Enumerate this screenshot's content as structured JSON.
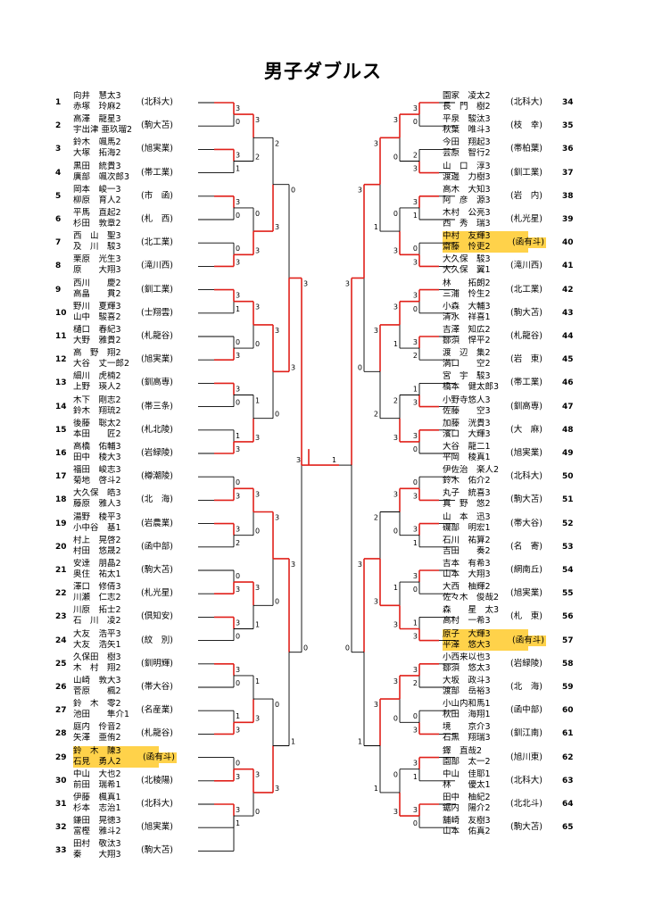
{
  "title": "男子ダブルス",
  "colors": {
    "winner": "#e0201a",
    "line": "#000000",
    "highlight": "#ffd24a"
  },
  "left": [
    {
      "num": "1",
      "p1": "向井　慧太3",
      "p2": "赤塚　玲麻2",
      "school": "(北科大)"
    },
    {
      "num": "2",
      "p1": "高澤　龍星3",
      "p2": "宇出津 亜玖瑠2",
      "school": "(駒大苫)"
    },
    {
      "num": "3",
      "p1": "鈴木　颯馬2",
      "p2": "大塚　拓海2",
      "school": "(旭実業)"
    },
    {
      "num": "4",
      "p1": "黒田　統貴3",
      "p2": "廣部　颯次郎3",
      "school": "(帯工業)"
    },
    {
      "num": "5",
      "p1": "岡本　峻一3",
      "p2": "柳原　育人2",
      "school": "(市　函)"
    },
    {
      "num": "6",
      "p1": "平馬　直起2",
      "p2": "杉田　敦章2",
      "school": "(札　西)"
    },
    {
      "num": "7",
      "p1": "西　山　聖3",
      "p2": "及　川　駿3",
      "school": "(北工業)"
    },
    {
      "num": "8",
      "p1": "栗原　光生3",
      "p2": "原　　大翔3",
      "school": "(滝川西)"
    },
    {
      "num": "9",
      "p1": "西川　　慶2",
      "p2": "高畠　　貫2",
      "school": "(釧工業)"
    },
    {
      "num": "10",
      "p1": "野川　夏輝3",
      "p2": "山中　駿喜2",
      "school": "(士翔雲)"
    },
    {
      "num": "11",
      "p1": "樋口　春紀3",
      "p2": "大野　雅貴2",
      "school": "(札龍谷)"
    },
    {
      "num": "12",
      "p1": "高　野　翔2",
      "p2": "大谷　丈一郎2",
      "school": "(旭実業)"
    },
    {
      "num": "13",
      "p1": "細川　虎楠2",
      "p2": "上野　瑛人2",
      "school": "(釧高専)"
    },
    {
      "num": "14",
      "p1": "木下　剛志2",
      "p2": "鈴木　翔琉2",
      "school": "(帯三条)"
    },
    {
      "num": "15",
      "p1": "後藤　聡太2",
      "p2": "本田　　匠2",
      "school": "(札北陵)"
    },
    {
      "num": "16",
      "p1": "高橋　佑輔3",
      "p2": "田中　稜大3",
      "school": "(岩緑陵)"
    },
    {
      "num": "17",
      "p1": "福田　峻志3",
      "p2": "菊地　啓斗2",
      "school": "(樽潮陵)"
    },
    {
      "num": "18",
      "p1": "大久保　皓3",
      "p2": "藤原　雅人3",
      "school": "(北　海)"
    },
    {
      "num": "19",
      "p1": "湯野　稜平3",
      "p2": "小中谷　基1",
      "school": "(岩農業)"
    },
    {
      "num": "20",
      "p1": "村上　晃啓2",
      "p2": "村田　悠晟2",
      "school": "(函中部)"
    },
    {
      "num": "21",
      "p1": "安達　朋晶2",
      "p2": "奥住　祐太1",
      "school": "(駒大苫)"
    },
    {
      "num": "22",
      "p1": "澤口　修倩3",
      "p2": "川瀬　仁志2",
      "school": "(札光星)"
    },
    {
      "num": "23",
      "p1": "川原　拓士2",
      "p2": "石　川　凌2",
      "school": "(倶知安)"
    },
    {
      "num": "24",
      "p1": "大友　浩平3",
      "p2": "大友　浩矢1",
      "school": "(紋　別)"
    },
    {
      "num": "25",
      "p1": "久保田　樹3",
      "p2": "木　村　翔2",
      "school": "(釧明輝)"
    },
    {
      "num": "26",
      "p1": "山崎　敦大3",
      "p2": "菅原　　楓2",
      "school": "(帯大谷)"
    },
    {
      "num": "27",
      "p1": "鈴　木　零2",
      "p2": "池田　　隼介1",
      "school": "(名産業)"
    },
    {
      "num": "28",
      "p1": "庭内　伶音2",
      "p2": "矢澤　亜侑2",
      "school": "(札龍谷)"
    },
    {
      "num": "29",
      "p1": "鈴　木　陳3",
      "p2": "石見　勇人2",
      "school": "(函有斗)",
      "hl": true
    },
    {
      "num": "30",
      "p1": "中山　大也2",
      "p2": "前田　瑞希1",
      "school": "(北稜陽)"
    },
    {
      "num": "31",
      "p1": "伊藤　楓真1",
      "p2": "杉本　志治1",
      "school": "(北科大)"
    },
    {
      "num": "32",
      "p1": "鎌田　晃徳3",
      "p2": "富樫　雅斗2",
      "school": "(旭実業)"
    },
    {
      "num": "33",
      "p1": "田村　敬汰3",
      "p2": "秦　　大翔3",
      "school": "(駒大苫)"
    }
  ],
  "right": [
    {
      "num": "34",
      "p1": "園家　凌太2",
      "p2": "長　門　樹2",
      "school": "(北科大)"
    },
    {
      "num": "35",
      "p1": "平泉　駿汰3",
      "p2": "秋葉　唯斗3",
      "school": "(枝　幸)"
    },
    {
      "num": "36",
      "p1": "今田　翔起3",
      "p2": "芸原　智行2",
      "school": "(帯柏葉)"
    },
    {
      "num": "37",
      "p1": "山　口　淳3",
      "p2": "渡邊　力樹3",
      "school": "(釧工業)"
    },
    {
      "num": "38",
      "p1": "高木　大知3",
      "p2": "阿　彦　源3",
      "school": "(岩　内)"
    },
    {
      "num": "39",
      "p1": "木村　公亮3",
      "p2": "西　秀　瑞3",
      "school": "(札光星)"
    },
    {
      "num": "40",
      "p1": "中村　友輝3",
      "p2": "齋藤　怜吏2",
      "school": "(函有斗)",
      "hl": true
    },
    {
      "num": "41",
      "p1": "大久保　駿3",
      "p2": "大久保　翼1",
      "school": "(滝川西)"
    },
    {
      "num": "42",
      "p1": "林　　拓朗2",
      "p2": "三浦　怜生2",
      "school": "(北工業)"
    },
    {
      "num": "43",
      "p1": "小森　大輔3",
      "p2": "清水　祥喜1",
      "school": "(駒大苫)"
    },
    {
      "num": "44",
      "p1": "吉澤　知広2",
      "p2": "鄒須　悍平2",
      "school": "(札龍谷)"
    },
    {
      "num": "45",
      "p1": "渡　辺　集2",
      "p2": "満口　　空2",
      "school": "(岩　東)"
    },
    {
      "num": "46",
      "p1": "宮　宇　駿3",
      "p2": "橋本　健太郎3",
      "school": "(帯工業)"
    },
    {
      "num": "47",
      "p1": "小野寺悠人3",
      "p2": "佐藤　　空3",
      "school": "(釧高専)"
    },
    {
      "num": "48",
      "p1": "加藤　洸貴3",
      "p2": "濱口　大輝3",
      "school": "(大　麻)"
    },
    {
      "num": "49",
      "p1": "大谷　龍二1",
      "p2": "平岡　稜真1",
      "school": "(旭実業)"
    },
    {
      "num": "50",
      "p1": "伊佐治　楽人2",
      "p2": "鈴木　佑介2",
      "school": "(北科大)"
    },
    {
      "num": "51",
      "p1": "丸子　統喜3",
      "p2": "真　野　悠2",
      "school": "(駒大苫)"
    },
    {
      "num": "52",
      "p1": "山　本　迅3",
      "p2": "磯部　明宏1",
      "school": "(帯大谷)"
    },
    {
      "num": "53",
      "p1": "石川　祐算2",
      "p2": "吉田　　奏2",
      "school": "(名　寄)"
    },
    {
      "num": "54",
      "p1": "吉本　有希3",
      "p2": "山本　大翔3",
      "school": "(網南丘)"
    },
    {
      "num": "55",
      "p1": "大西　柚輝2",
      "p2": "佐々木　俊哉2",
      "school": "(旭実業)"
    },
    {
      "num": "56",
      "p1": "森　　星　太3",
      "p2": "高村　一希3",
      "school": "(札　東)"
    },
    {
      "num": "57",
      "p1": "原子　大輝3",
      "p2": "平澤　悠大3",
      "school": "(函有斗)",
      "hl": true
    },
    {
      "num": "58",
      "p1": "小西来以也3",
      "p2": "鄒須　悠太3",
      "school": "(岩緑陵)"
    },
    {
      "num": "59",
      "p1": "大坂　政斗3",
      "p2": "渡部　岳裕3",
      "school": "(北　海)"
    },
    {
      "num": "60",
      "p1": "小山内和馬1",
      "p2": "秋田　海翔1",
      "school": "(函中部)"
    },
    {
      "num": "61",
      "p1": "境　　京介3",
      "p2": "石黒　翔瑞3",
      "school": "(釧江南)"
    },
    {
      "num": "62",
      "p1": "鐸　直哉2",
      "p2": "園部　太一2",
      "school": "(旭川東)"
    },
    {
      "num": "63",
      "p1": "中山　佳耶1",
      "p2": "林　　優太1",
      "school": "(北科大)"
    },
    {
      "num": "64",
      "p1": "田中　柚紀2",
      "p2": "鋸内　陽介2",
      "school": "(北北斗)"
    },
    {
      "num": "65",
      "p1": "舗崎　友樹3",
      "p2": "山本　佑真2",
      "school": "(駒大苫)"
    }
  ],
  "scores": {
    "left": {
      "r1": [
        [
          "3",
          "0"
        ],
        [
          "3",
          "1"
        ],
        [
          "3",
          "0"
        ],
        [
          "0",
          "3"
        ],
        [
          "3",
          "1"
        ],
        [
          "0",
          "3"
        ],
        [
          "3",
          "0"
        ],
        [
          "1",
          "3"
        ],
        [
          "0",
          "3"
        ],
        [
          "3",
          "2"
        ],
        [
          "0",
          "3"
        ],
        [
          "3",
          "0"
        ],
        [
          "3",
          "0"
        ],
        [
          "1",
          "3"
        ],
        [
          "0",
          "3"
        ],
        [
          "3",
          "1"
        ]
      ],
      "r2": [
        [
          "3",
          "2"
        ],
        [
          "0",
          "3"
        ],
        [
          "3",
          "0"
        ],
        [
          "1",
          "3"
        ],
        [
          "3",
          "0"
        ],
        [
          "3",
          "1"
        ],
        [
          "1",
          "3"
        ],
        [
          "3",
          "0"
        ]
      ],
      "r3": [
        [
          "2",
          "3"
        ],
        [
          "3",
          "0"
        ],
        [
          "3",
          "0"
        ],
        [
          "0",
          "3"
        ]
      ],
      "r4": [
        [
          "0",
          "3"
        ],
        [
          "3",
          "1"
        ]
      ],
      "r5": [
        [
          "3",
          "0"
        ]
      ]
    },
    "right": {
      "r1": [
        [
          "3",
          "0"
        ],
        [
          "2",
          "3"
        ],
        [
          "3",
          "1"
        ],
        [
          "0",
          "3"
        ],
        [
          "3",
          "0"
        ],
        [
          "3",
          "2"
        ],
        [
          "1",
          "3"
        ],
        [
          "3",
          "0"
        ],
        [
          "0",
          "3"
        ],
        [
          "3",
          "1"
        ],
        [
          "3",
          "0"
        ],
        [
          "1",
          "3"
        ],
        [
          "3",
          "2"
        ],
        [
          "0",
          "3"
        ],
        [
          "3",
          "1"
        ],
        [
          "3",
          "0"
        ]
      ],
      "r2": [
        [
          "3",
          "0"
        ],
        [
          "0",
          "3"
        ],
        [
          "3",
          "1"
        ],
        [
          "2",
          "3"
        ],
        [
          "3",
          "0"
        ],
        [
          "1",
          "3"
        ],
        [
          "3",
          "0"
        ],
        [
          "0",
          "3"
        ]
      ],
      "r3": [
        [
          "3",
          "1"
        ],
        [
          "3",
          "2"
        ],
        [
          "2",
          "3"
        ],
        [
          "3",
          "1"
        ]
      ],
      "r4": [
        [
          "3",
          "0"
        ],
        [
          "3",
          "1"
        ]
      ],
      "r5": [
        [
          "3",
          "0"
        ]
      ]
    },
    "final": [
      "3",
      "1"
    ]
  }
}
